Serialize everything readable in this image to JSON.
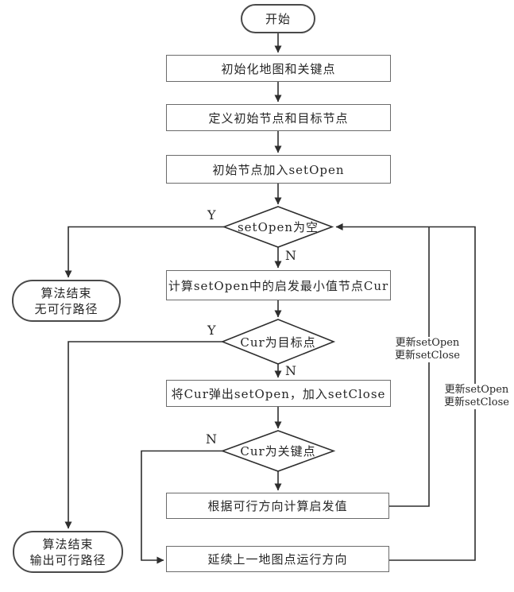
{
  "colors": {
    "line": "#2e2e2e",
    "box_border": "#6b6b6b",
    "terminal_border": "#4a4a4a",
    "text": "#262626",
    "background": "#ffffff"
  },
  "nodes": {
    "start": {
      "label": "开始"
    },
    "init_map": {
      "label": "初始化地图和关键点"
    },
    "define_nodes": {
      "label": "定义初始节点和目标节点"
    },
    "add_setopen": {
      "label": "初始节点加入setOpen"
    },
    "check_setopen_empty": {
      "label": "setOpen为空"
    },
    "calc_min_node": {
      "label": "计算setOpen中的启发最小值节点Cur"
    },
    "check_cur_target": {
      "label": "Cur为目标点"
    },
    "pop_cur": {
      "label": "将Cur弹出setOpen，加入setClose"
    },
    "check_cur_key": {
      "label": "Cur为关键点"
    },
    "calc_heuristic": {
      "label": "根据可行方向计算启发值"
    },
    "continue_direction": {
      "label": "延续上一地图点运行方向"
    },
    "end_no_path": {
      "line1": "算法结束",
      "line2": "无可行路径"
    },
    "end_output_path": {
      "line1": "算法结束",
      "line2": "输出可行路径"
    }
  },
  "branch_labels": {
    "setopen_empty_yes": "Y",
    "setopen_empty_no": "N",
    "cur_target_yes": "Y",
    "cur_target_no": "N",
    "cur_key_no": "N"
  },
  "edge_labels": {
    "update_from_heuristic": {
      "line1": "更新setOpen",
      "line2": "更新setClose"
    },
    "update_from_continue": {
      "line1": "更新setOpen",
      "line2": "更新setClose"
    }
  }
}
